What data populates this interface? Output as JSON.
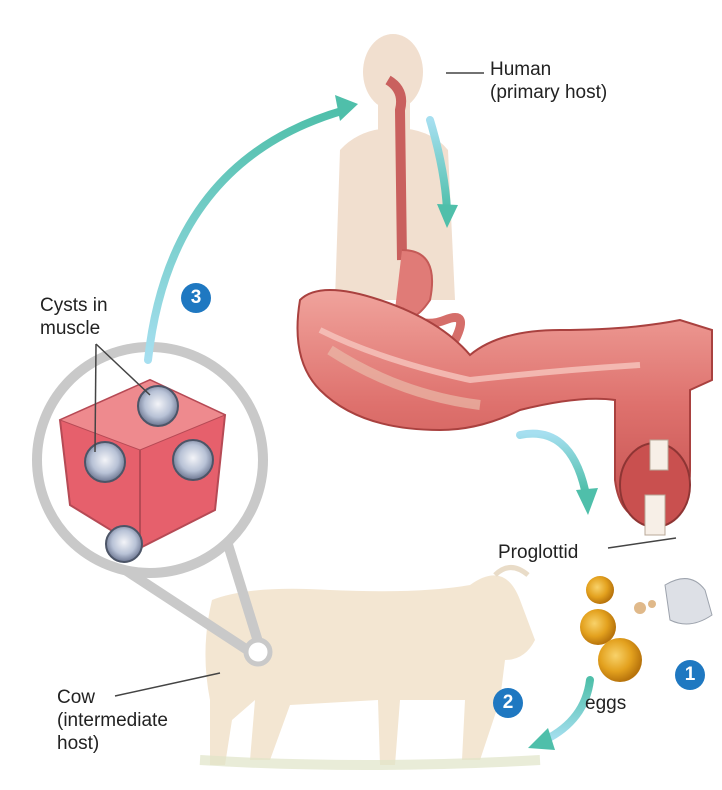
{
  "labels": {
    "human_line1": "Human",
    "human_line2": "(primary host)",
    "cysts_line1": "Cysts in",
    "cysts_line2": "muscle",
    "proglottid": "Proglottid",
    "eggs": "eggs",
    "cow_line1": "Cow",
    "cow_line2": "(intermediate",
    "cow_line3": "host)"
  },
  "steps": [
    "1",
    "2",
    "3"
  ],
  "colors": {
    "step_badge": "#1f78c1",
    "arrow": "#5fc4b8",
    "arrow_light": "#9fdced",
    "intestine": "#e07b77",
    "muscle": "#e6606c",
    "silhouette": "#f1dfcf",
    "cow": "#f3e6d2",
    "egg": "#e5a21e",
    "lens": "#c9c9c9"
  }
}
